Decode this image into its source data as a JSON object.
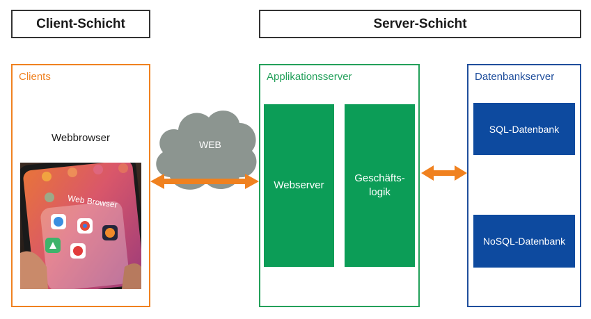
{
  "headers": {
    "client": "Client-Schicht",
    "server": "Server-Schicht"
  },
  "clients": {
    "title": "Clients",
    "webbrowser": "Webbrowser",
    "photo_label": "Web Browser"
  },
  "cloud": {
    "label": "WEB"
  },
  "app_server": {
    "title": "Applikationsserver",
    "webserver": "Webserver",
    "logik": "Geschäfts-\nlogik"
  },
  "db_server": {
    "title": "Datenbankserver",
    "sql": "SQL-Datenbank",
    "nosql": "NoSQL-Datenbank"
  },
  "colors": {
    "client_accent": "#f0811f",
    "app_accent": "#23a05a",
    "db_accent": "#1f4e9c",
    "green_box": "#0c9d57",
    "blue_box": "#0d4a9f",
    "cloud": "#8c9590"
  }
}
